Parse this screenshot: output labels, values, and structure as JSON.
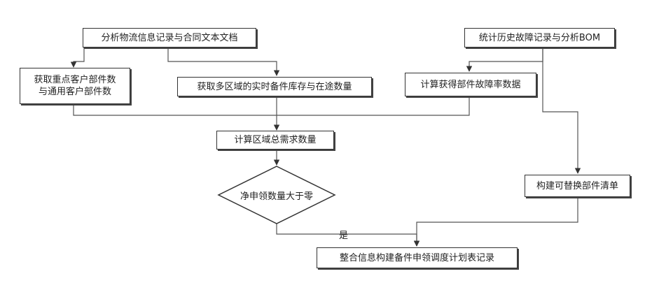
{
  "nodes": {
    "analyze_logistics": "分析物流信息记录与合同文本文档",
    "stats_fault_bom": "统计历史故障记录与分析BOM",
    "key_customer_parts": "获取重点客户部件数\n与通用客户部件数",
    "regional_inventory": "获取多区域的实时备件库存与在途数量",
    "fault_rate": "计算获得部件故障率数据",
    "regional_demand": "计算区域总需求数量",
    "net_request_check": "净申领数量大于零",
    "replaceable_parts": "构建可替换部件清单",
    "dispatch_plan": "整合信息构建备件申领调度计划表记录"
  },
  "edge_labels": {
    "yes": "是"
  }
}
